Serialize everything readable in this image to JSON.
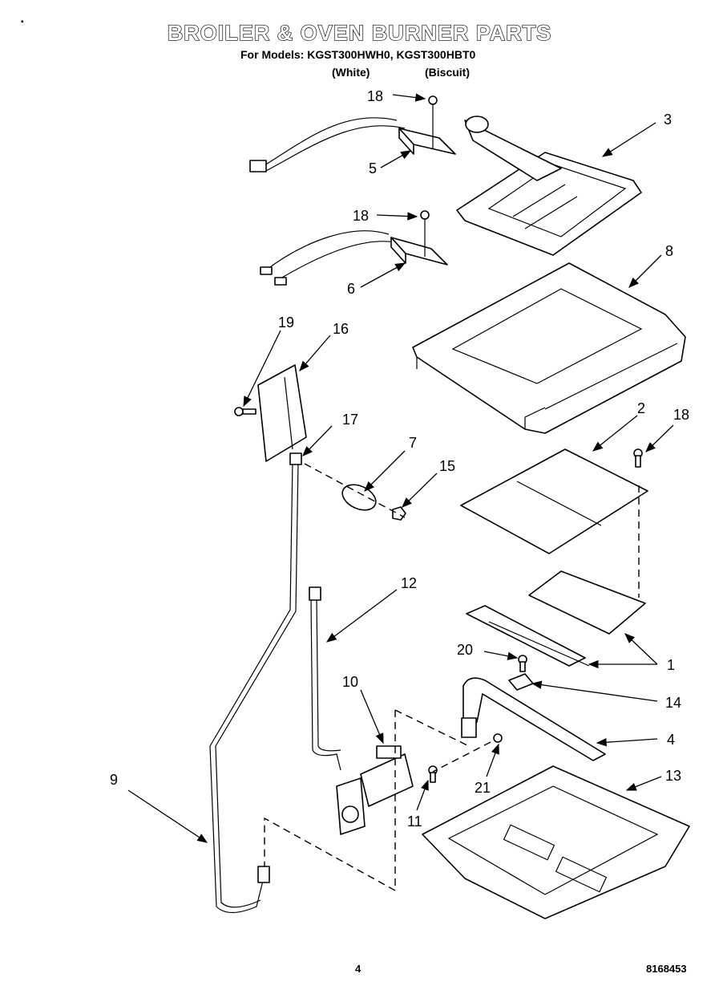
{
  "header": {
    "title": "BROILER & OVEN BURNER PARTS",
    "models_line": "For Models: KGST300HWH0, KGST300HBT0",
    "variant_1": "(White)",
    "variant_2": "(Biscuit)"
  },
  "callouts": {
    "c1": "1",
    "c2": "2",
    "c3": "3",
    "c4": "4",
    "c5": "5",
    "c6": "6",
    "c7": "7",
    "c8": "8",
    "c9": "9",
    "c10": "10",
    "c11": "11",
    "c12": "12",
    "c13": "13",
    "c14": "14",
    "c15": "15",
    "c16": "16",
    "c17": "17",
    "c18a": "18",
    "c18b": "18",
    "c18c": "18",
    "c19": "19",
    "c20": "20",
    "c21": "21"
  },
  "footer": {
    "page_number": "4",
    "doc_number": "8168453"
  }
}
